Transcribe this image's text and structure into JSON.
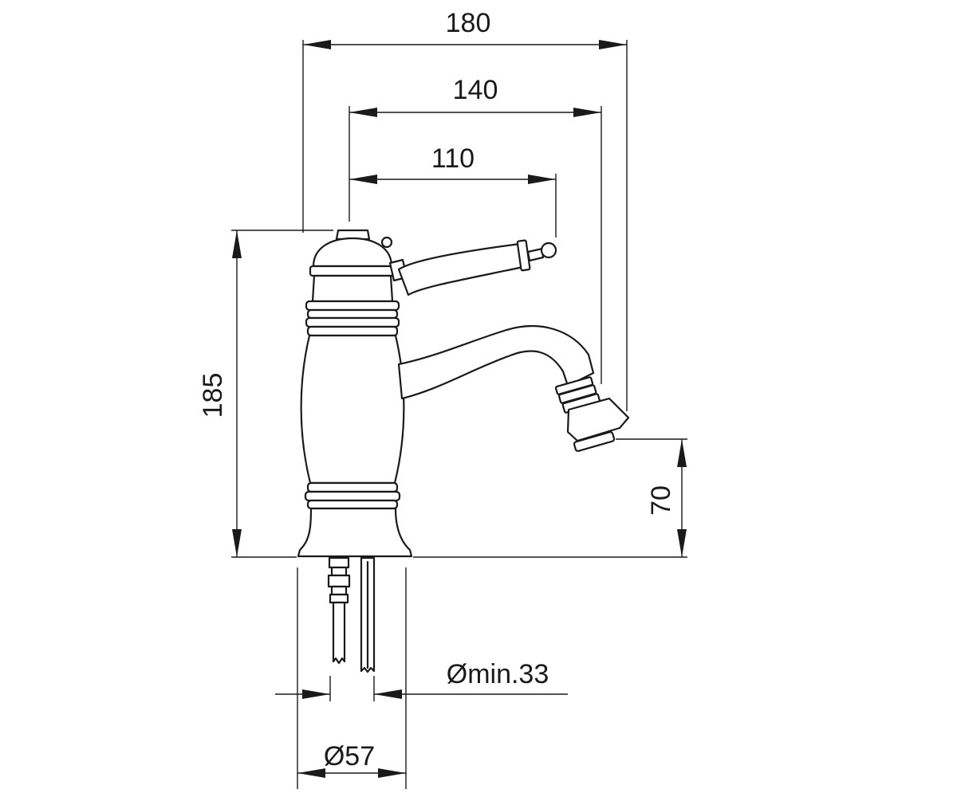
{
  "dimensions": {
    "width_180": "180",
    "width_140": "140",
    "width_110": "110",
    "height_185": "185",
    "height_70": "70",
    "hole_min": "Ømin.33",
    "base_diameter": "Ø57"
  }
}
